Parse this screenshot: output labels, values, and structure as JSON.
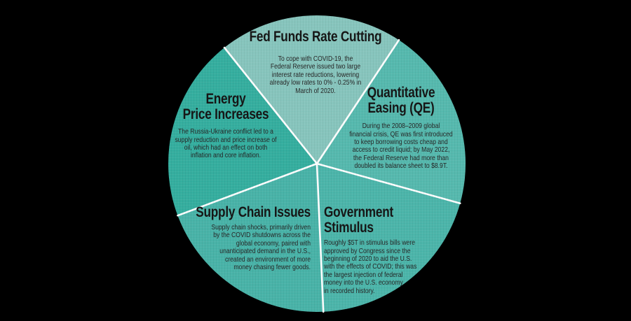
{
  "canvas": {
    "background_color": "#000000"
  },
  "chart_data": {
    "type": "pie",
    "divider_color": "#ffffff",
    "title_text_color": "#161616",
    "body_text_color": "#262626",
    "slices": [
      {
        "label": "Fed Funds Rate Cutting",
        "description": "To cope with COVID-19, the\nFederal Reserve issued two large\ninterest rate reductions, lowering\nalready low rates to 0% - 0.25% in\nMarch of 2020.",
        "color": "#87c5bd",
        "angle_deg": 72,
        "share_pct": 20
      },
      {
        "label": "Quantitative\nEasing (QE)",
        "description": "During the 2008–2009 global\nfinancial crisis, QE was first introduced\nto keep borrowing costs cheap and\naccess to credit liquid; by May 2022,\nthe Federal Reserve had more than\ndoubled its balance sheet to $8.9T.",
        "color": "#56b9ae",
        "angle_deg": 72,
        "share_pct": 20
      },
      {
        "label": "Government Stimulus",
        "description": "Roughly $5T in stimulus bills were\napproved by Congress since the\nbeginning of 2020 to aid the U.S.\nwith the effects of COVID; this was\nthe largest injection of federal\nmoney into the U.S. economy\nin recorded history.",
        "color": "#4cb5aa",
        "angle_deg": 72,
        "share_pct": 20
      },
      {
        "label": "Supply Chain Issues",
        "description": "Supply chain shocks, primarily driven\nby the COVID shutdowns across the\nglobal economy, paired with\nunanticipated demand in the U.S.,\ncreated an environment of more\nmoney chasing fewer goods.",
        "color": "#49b3a8",
        "angle_deg": 72,
        "share_pct": 20
      },
      {
        "label": "Energy\nPrice Increases",
        "description": "The Russia-Ukraine conflict led to a\nsupply reduction and price increase of\noil, which had an effect on both\ninflation and core inflation.",
        "color": "#35ae9f",
        "angle_deg": 72,
        "share_pct": 20
      }
    ]
  }
}
